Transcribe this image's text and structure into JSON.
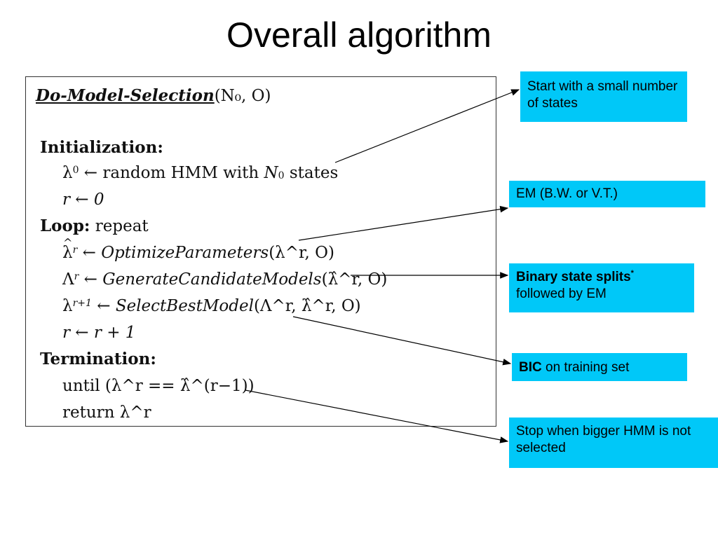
{
  "title": "Overall algorithm",
  "algorithm": {
    "header_name": "Do-Model-Selection",
    "header_args": "(N₀, O)",
    "init_label": "Initialization:",
    "init_line1_pre": "λ",
    "init_line1_sup": "0",
    "init_line1_mid": " ← random HMM with ",
    "init_line1_n": "N",
    "init_line1_nsub": "0",
    "init_line1_post": " states",
    "init_line2": "r ← 0",
    "loop_label": "Loop:",
    "loop_word": " repeat",
    "loop_line1_pre": "λ",
    "loop_line1_sup": "r",
    "loop_line1_arrow": " ← ",
    "loop_line1_fn": "OptimizeParameters",
    "loop_line1_args": "(λ^r, O)",
    "loop_line2_pre": "Λ",
    "loop_line2_sup": "r",
    "loop_line2_arrow": " ← ",
    "loop_line2_fn": "GenerateCandidateModels",
    "loop_line2_args": "(λ̂^r, O)",
    "loop_line3_pre": "λ",
    "loop_line3_sup": "r+1",
    "loop_line3_arrow": " ← ",
    "loop_line3_fn": "SelectBestModel",
    "loop_line3_args": "(Λ^r, λ̂^r, O)",
    "loop_line4": "r ← r + 1",
    "term_label": "Termination:",
    "term_line1": "until (λ^r == λ̂^(r−1))",
    "term_line2": "return λ^r"
  },
  "callouts": {
    "start": "Start with a small number of states",
    "em": "EM  (B.W. or V.T.)",
    "splits_bold": "Binary state splits",
    "splits_star": "*",
    "splits_rest": "followed by EM",
    "bic_bold": "BIC",
    "bic_rest": " on training set",
    "stop": "Stop when bigger HMM is not selected"
  },
  "colors": {
    "callout_bg": "#00c8f8",
    "arrow": "#000000"
  }
}
